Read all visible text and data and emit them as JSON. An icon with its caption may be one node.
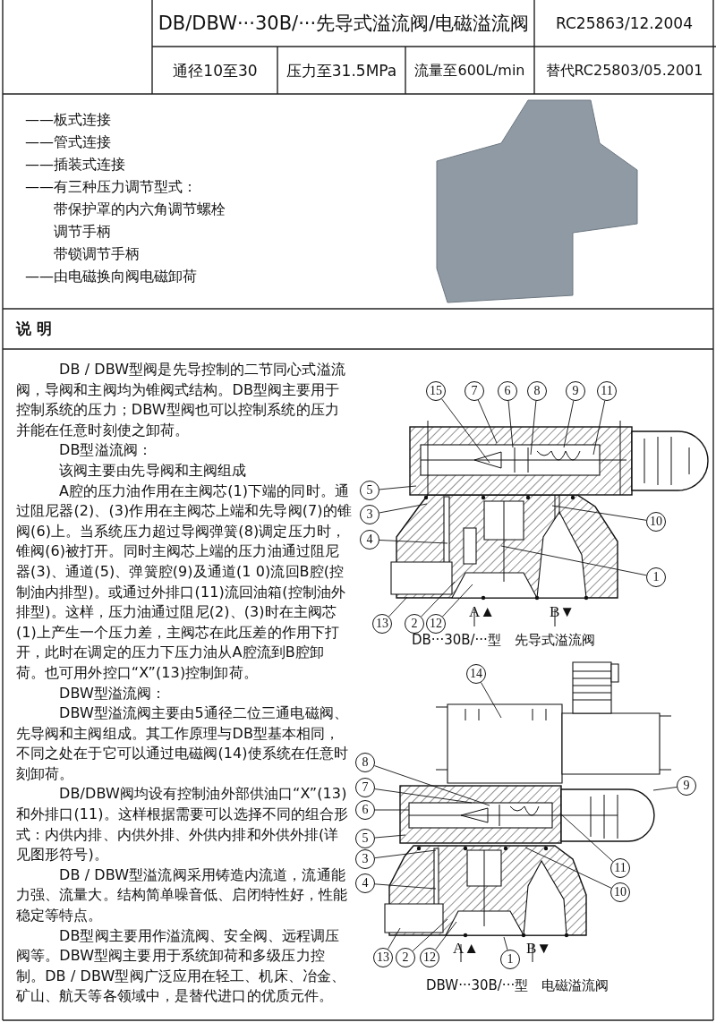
{
  "diagram": {
    "nodes": [
      {
        "text": [
          "15"
        ]
      },
      {
        "text": [
          "7"
        ]
      },
      {
        "text": [
          "6"
        ]
      },
      {
        "text": [
          "8"
        ]
      },
      {
        "text": [
          "9"
        ]
      },
      {
        "text": [
          "11"
        ]
      },
      {
        "text": [
          "5"
        ]
      },
      {
        "text": [
          "3"
        ]
      },
      {
        "text": [
          "10"
        ]
      },
      {
        "text": [
          "4"
        ]
      },
      {
        "text": [
          "1"
        ]
      },
      {
        "text": [
          "13"
        ]
      },
      {
        "text": [
          "2"
        ]
      },
      {
        "text": [
          "12"
        ]
      },
      {
        "text": [
          "14"
        ]
      },
      {
        "text": [
          "8"
        ]
      },
      {
        "text": [
          "7"
        ]
      },
      {
        "text": [
          "9"
        ]
      },
      {
        "text": [
          "6"
        ]
      },
      {
        "text": [
          "5"
        ]
      },
      {
        "text": [
          "3"
        ]
      },
      {
        "text": [
          "11"
        ]
      },
      {
        "text": [
          "4"
        ]
      },
      {
        "text": [
          "10"
        ]
      },
      {
        "text": [
          "13"
        ]
      },
      {
        "text": [
          "2"
        ]
      },
      {
        "text": [
          "12"
        ]
      },
      {
        "text": [
          "1"
        ]
      }
    ],
    "edges": [
      {
        "from": 0,
        "to": null,
        "arrow": "none"
      },
      {
        "from": 1,
        "to": null,
        "arrow": "none"
      },
      {
        "from": 2,
        "to": null,
        "arrow": "none"
      },
      {
        "from": 3,
        "to": null,
        "arrow": "none"
      },
      {
        "from": 4,
        "to": null,
        "arrow": "none"
      },
      {
        "from": 5,
        "to": null,
        "arrow": "none"
      },
      {
        "from": 6,
        "to": null,
        "arrow": "none"
      },
      {
        "from": 7,
        "to": null,
        "arrow": "none"
      },
      {
        "from": 8,
        "to": null,
        "arrow": "none"
      },
      {
        "from": 9,
        "to": null,
        "arrow": "none"
      },
      {
        "from": 10,
        "to": null,
        "arrow": "none"
      },
      {
        "from": 11,
        "to": null,
        "arrow": "none"
      },
      {
        "from": 12,
        "to": null,
        "arrow": "none"
      },
      {
        "from": 13,
        "to": null,
        "arrow": "none"
      },
      {
        "from": 14,
        "to": null,
        "arrow": "none"
      },
      {
        "from": 15,
        "to": null,
        "arrow": "none"
      },
      {
        "from": 16,
        "to": null,
        "arrow": "none"
      },
      {
        "from": 17,
        "to": null,
        "arrow": "none"
      },
      {
        "from": 18,
        "to": null,
        "arrow": "none"
      },
      {
        "from": 19,
        "to": null,
        "arrow": "none"
      },
      {
        "from": 20,
        "to": null,
        "arrow": "none"
      },
      {
        "from": 21,
        "to": null,
        "arrow": "none"
      },
      {
        "from": 22,
        "to": null,
        "arrow": "none"
      },
      {
        "from": 23,
        "to": null,
        "arrow": "none"
      },
      {
        "from": 24,
        "to": null,
        "arrow": "none"
      },
      {
        "from": 25,
        "to": null,
        "arrow": "none"
      },
      {
        "from": 26,
        "to": null,
        "arrow": "none"
      },
      {
        "from": 27,
        "to": null,
        "arrow": "none"
      }
    ],
    "labels": [
      "DB/DBW···30B/···先导式溢流阀/电磁溢流阀",
      "RC25863/12.2004",
      "通径10至30",
      "压力至31.5MPa",
      "流量至600L/min",
      "替代RC25803/05.2001",
      "——板式连接",
      "——管式连接",
      "——插装式连接",
      "——有三种压力调节型式：",
      "带保护罩的内六角调节螺栓",
      "调节手柄",
      "带锁调节手柄",
      "——由电磁换向阀电磁卸荷",
      "说 明",
      "DB / DBW型阀是先导控制的二节同心式溢流阀，导阀和主阀均为锥阀式结构。DB型阀主要用于控制系统的压力；DBW型阀也可以控制系统的压力并能在任意时刻使之卸荷。",
      "DB型溢流阀：",
      "该阀主要由先导阀和主阀组成",
      "A腔的压力油作用在主阀芯(1)下端的同时。通过阻尼器(2)、(3)作用在主阀芯上端和先导阀(7)的锥阀(6)上。当系统压力超过导阀弹簧(8)调定压力时，锥阀(6)被打开。同时主阀芯上端的压力油通过阻尼器(3)、通道(5)、弹簧腔(9)及通道(1 0)流回B腔(控制油内排型)。或通过外排口(11)流回油箱(控制油外排型)。这样，压力油通过阻尼(2)、(3)时在主阀芯(1)上产生一个压力差，主阀芯在此压差的作用下打开，此时在调定的压力下压力油从A腔流到B腔卸荷。也可用外控口“X”(13)控制卸荷。",
      "DBW型溢流阀：",
      "DBW型溢流阀主要由5通径二位三通电磁阀、先导阀和主阀组成。其工作原理与DB型基本相同，不同之处在于它可以通过电磁阀(14)使系统在任意时刻卸荷。",
      "DB/DBW阀均设有控制油外部供油口“X”(13)和外排口(11)。这样根据需要可以选择不同的组合形式：内供内排、内供外排、外供内排和外供外排(详见图形符号)。",
      "DB / DBW型溢流阀采用铸造内流道，流通能力强、流量大。结构简单噪音低、启闭特性好，性能稳定等特点。",
      "DB型阀主要用作溢流阀、安全阀、远程调压阀等。DBW型阀主要用于系统卸荷和多级压力控制。DB / DBW型阀广泛应用在轻工、机床、冶金、矿山、航天等各领域中，是替代进口的优质元件。",
      "A▲",
      "B▼",
      "DB···30B/···型　先导式溢流阀",
      "A▲",
      "B▼",
      "DBW···30B/···型　电磁溢流阀"
    ]
  }
}
